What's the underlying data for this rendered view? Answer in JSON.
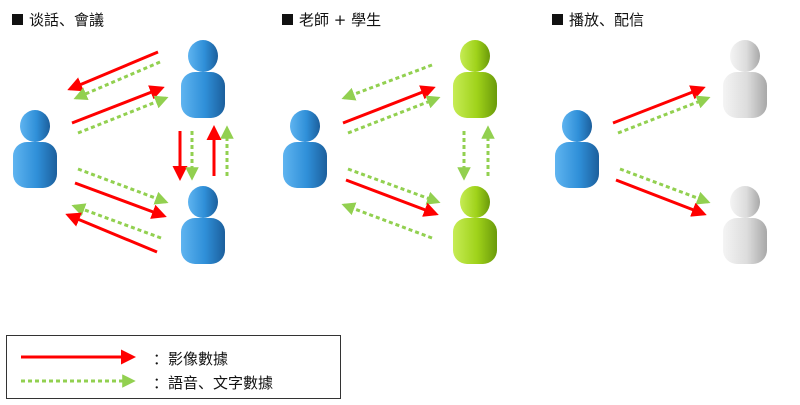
{
  "sections": [
    {
      "title": "谈話、會議"
    },
    {
      "title": "老師 + 學生"
    },
    {
      "title": "播放、配信"
    }
  ],
  "legend": {
    "video_label": "：影像數據",
    "audio_label": "：語音、文字數據"
  },
  "colors": {
    "video_arrow": "#ff0000",
    "audio_arrow": "#92d050",
    "person_blue": "#2f8fd8",
    "person_green": "#9fd21a",
    "person_gray": "#d6d6d6"
  }
}
